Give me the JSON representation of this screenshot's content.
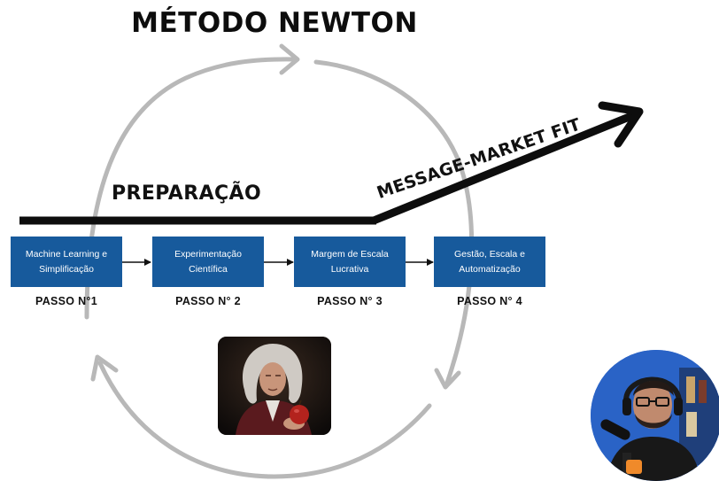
{
  "title": "MÉTODO NEWTON",
  "preparation_label": "PREPARAÇÃO",
  "fit_label": "MESSAGE-MARKET FIT",
  "steps": [
    {
      "lines": [
        "Machine Learning e",
        "Simplificação"
      ],
      "label": "PASSO N°1"
    },
    {
      "lines": [
        "Experimentação",
        "Científica"
      ],
      "label": "PASSO N° 2"
    },
    {
      "lines": [
        "Margem de Escala",
        "Lucrativa"
      ],
      "label": "PASSO N° 3"
    },
    {
      "lines": [
        "Gestão, Escala e",
        "Automatização"
      ],
      "label": "PASSO N° 4"
    }
  ],
  "colors": {
    "step_box": "#175a9c",
    "cycle_arrow": "#b8b8b8",
    "main_line": "#0d0d0d",
    "webcam_bg": "#2a63c6"
  },
  "icons": {
    "portrait": "newton-portrait-with-apple",
    "webcam": "presenter-webcam-avatar"
  }
}
